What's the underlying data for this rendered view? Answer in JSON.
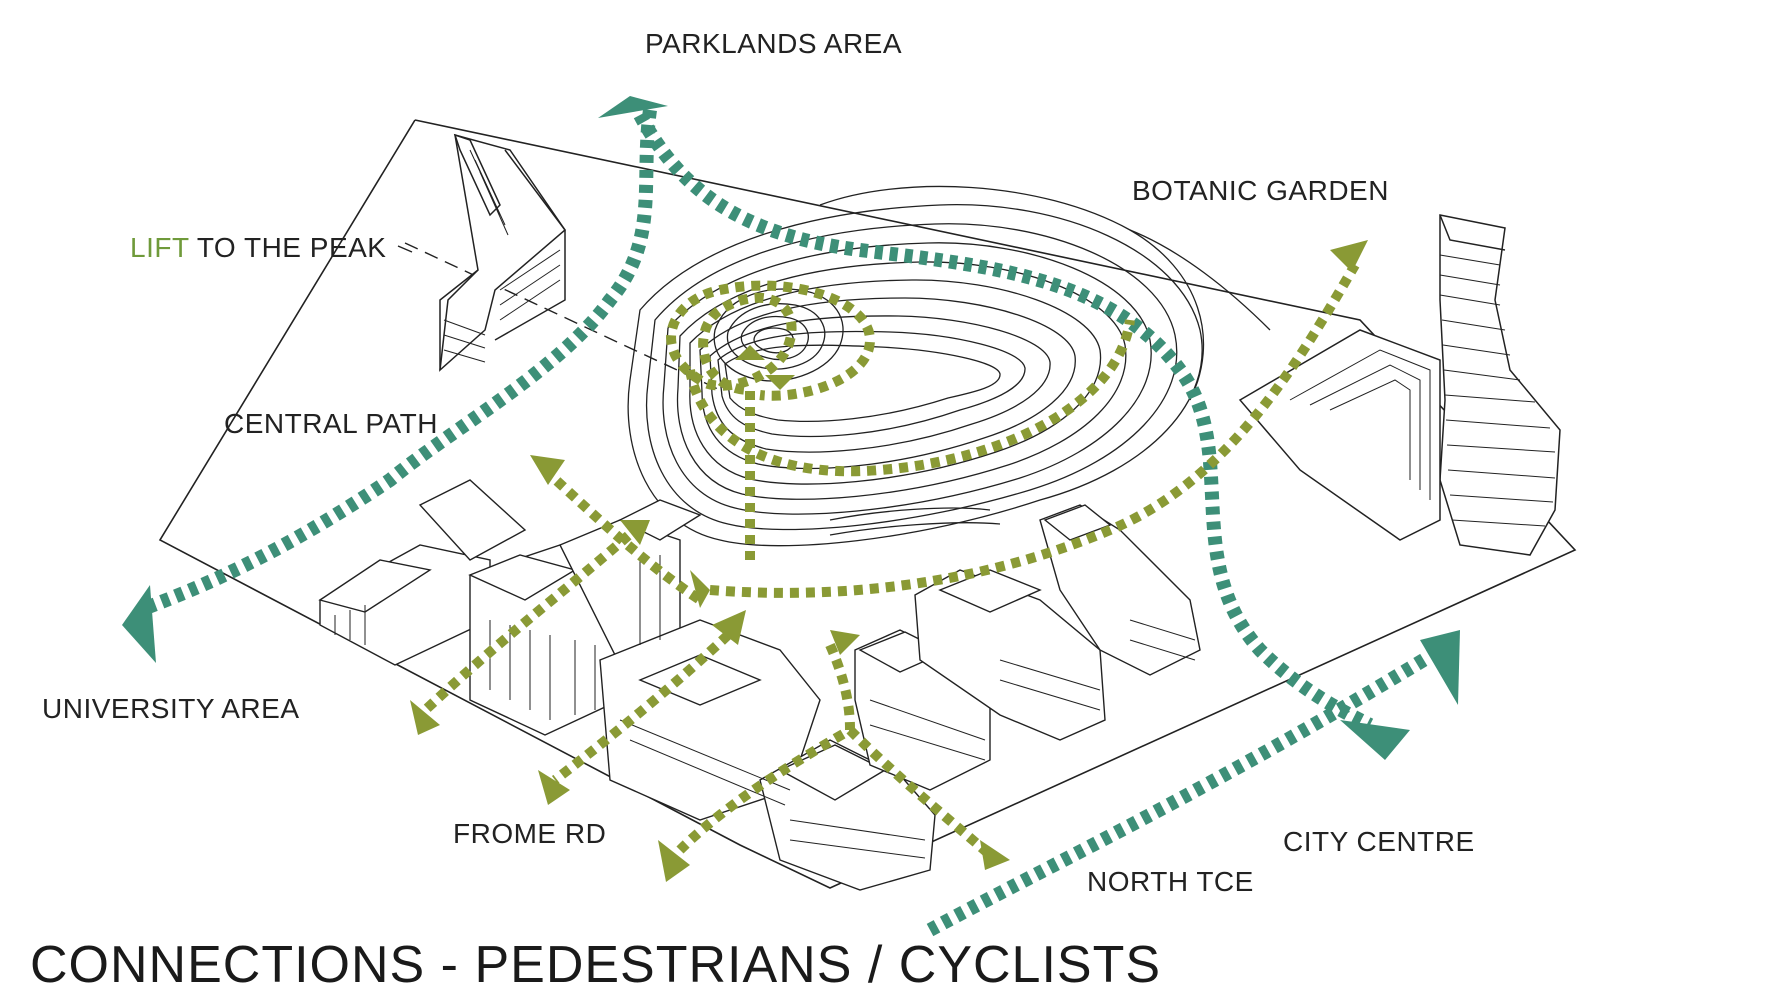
{
  "labels": {
    "parklands": "PARKLANDS AREA",
    "botanic": "BOTANIC GARDEN",
    "lift_accent": "LIFT",
    "lift_rest": " TO THE PEAK",
    "central_path": "CENTRAL PATH",
    "university": "UNIVERSITY AREA",
    "frome": "FROME RD",
    "north_tce": "NORTH TCE",
    "city_centre": "CITY CENTRE"
  },
  "title": "CONNECTIONS - PEDESTRIANS / CYCLISTS",
  "colors": {
    "pedestrian_route": "#3d8f78",
    "cyclist_route": "#8a9a35",
    "lift_accent": "#6f9a3a",
    "linework": "#222222"
  }
}
